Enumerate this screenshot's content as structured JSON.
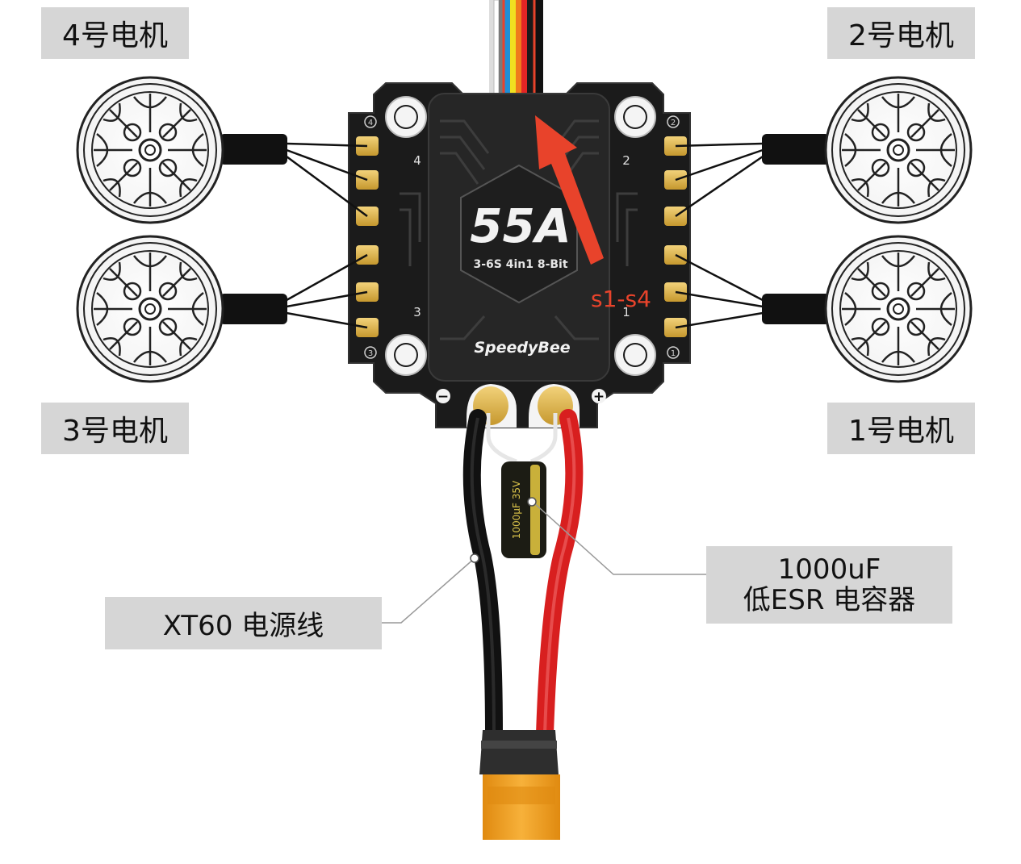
{
  "motors": {
    "m4": "4号电机",
    "m2": "2号电机",
    "m3": "3号电机",
    "m1": "1号电机"
  },
  "esc": {
    "rating": "55A",
    "spec": "3-6S 4in1 8-Bit",
    "brand": "SpeedyBee",
    "corner_nums": [
      "4",
      "2",
      "3",
      "1"
    ],
    "pad_nums": [
      "4",
      "2",
      "3",
      "1"
    ],
    "minus": "−",
    "plus": "+"
  },
  "signal_label": "s1-s4",
  "capacitor": {
    "line1": "1000uF",
    "line2": "低ESR 电容器"
  },
  "power_cable": "XT60 电源线",
  "colors": {
    "label_bg": "#d6d6d6",
    "arrow": "#e8432b",
    "board": "#1b1b1b",
    "pad": "#d9b24a",
    "red_wire": "#d81f1f",
    "xt60": "#f3a11b"
  }
}
